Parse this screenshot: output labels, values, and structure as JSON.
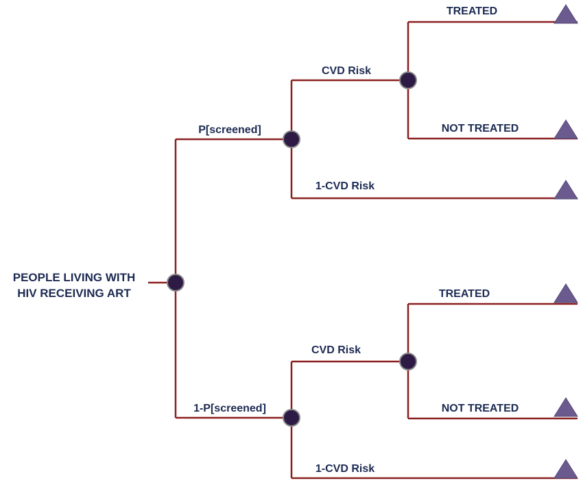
{
  "diagram": {
    "root_label_line1": "PEOPLE LIVING WITH",
    "root_label_line2": "HIV RECEIVING ART",
    "screened_label": "P[screened]",
    "not_screened_label": "1-P[screened]",
    "screened": {
      "cvd_risk_label": "CVD Risk",
      "no_cvd_risk_label": "1-CVD Risk",
      "treated_label": "TREATED",
      "not_treated_label": "NOT TREATED"
    },
    "not_screened": {
      "cvd_risk_label": "CVD Risk",
      "no_cvd_risk_label": "1-CVD Risk",
      "treated_label": "TREATED",
      "not_treated_label": "NOT TREATED"
    },
    "colors": {
      "branch": "#8b1f1f",
      "chance_node": "#2d1b45",
      "terminal_node": "#6a5a8e",
      "label_text": "#1c2a52"
    }
  }
}
